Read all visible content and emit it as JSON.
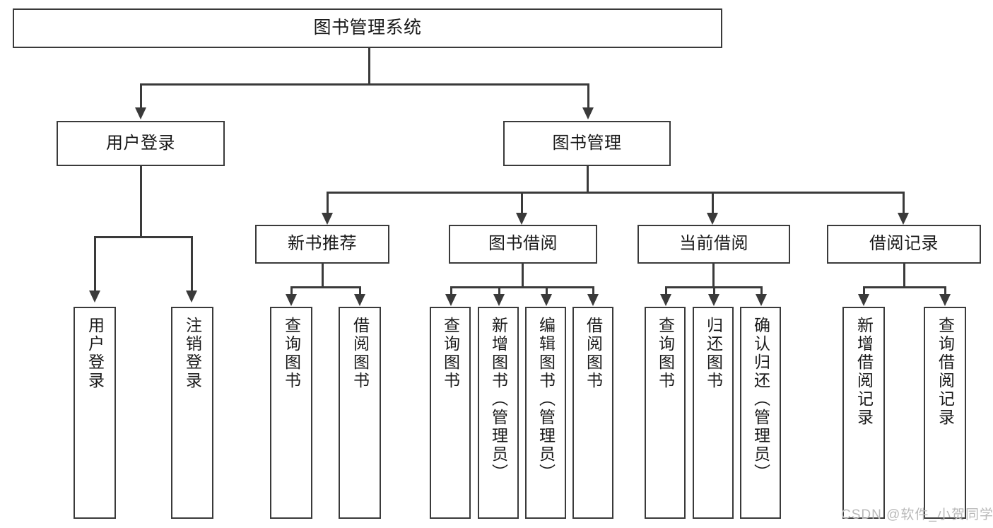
{
  "diagram": {
    "type": "hierarchy-tree",
    "title": "图书管理系统",
    "levels": 4,
    "root": {
      "label": "图书管理系统"
    },
    "level2": [
      {
        "label": "用户登录"
      },
      {
        "label": "图书管理"
      }
    ],
    "level3": [
      {
        "label": "新书推荐",
        "parent": "图书管理"
      },
      {
        "label": "图书借阅",
        "parent": "图书管理"
      },
      {
        "label": "当前借阅",
        "parent": "图书管理"
      },
      {
        "label": "借阅记录",
        "parent": "图书管理"
      }
    ],
    "leaves": {
      "user_login": [
        {
          "label": "用户登录"
        },
        {
          "label": "注销登录"
        }
      ],
      "new_book_recommend": [
        {
          "label": "查询图书"
        },
        {
          "label": "借阅图书"
        }
      ],
      "book_borrow": [
        {
          "label": "查询图书"
        },
        {
          "label": "新增图书（管理员）"
        },
        {
          "label": "编辑图书（管理员）"
        },
        {
          "label": "借阅图书"
        }
      ],
      "current_borrow": [
        {
          "label": "查询图书"
        },
        {
          "label": "归还图书"
        },
        {
          "label": "确认归还（管理员）"
        }
      ],
      "borrow_record": [
        {
          "label": "新增借阅记录"
        },
        {
          "label": "查询借阅记录"
        }
      ]
    }
  },
  "watermark": {
    "text": "CSDN @软件_小贺同学"
  },
  "colors": {
    "stroke": "#3a3a3a",
    "fill": "#ffffff",
    "text": "#1a1a1a",
    "watermark": "#b9b9b9"
  }
}
